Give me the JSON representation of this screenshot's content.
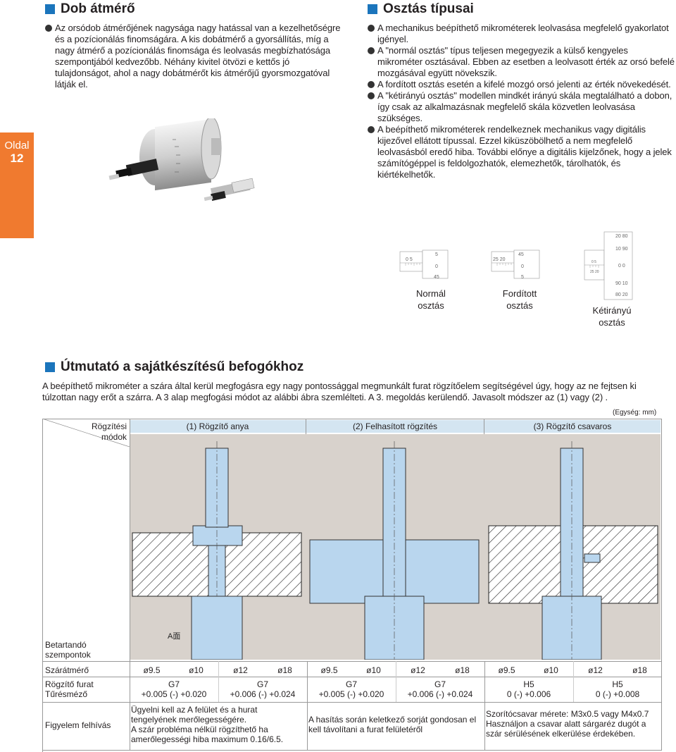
{
  "side_tab": {
    "word": "Oldal",
    "number": "12"
  },
  "dob": {
    "title": "Dob átmérő",
    "text": "Az orsódob átmérőjének nagysága nagy hatással van a kezelhetőségre és a pozícionálás finomságára. A kis dobátmérő a gyorsállítás, míg a nagy átmérő a pozícionálás finomsága és leolvasás megbízhatósága szempontjából kedvezőbb. Néhány kivitel ötvözi e kettős jó tulajdonságot, ahol a nagy dobátmérőt kis átmérőjű gyorsmozgatóval látják el."
  },
  "osztas": {
    "title": "Osztás típusai",
    "bullets": [
      "A mechanikus beépíthető mikrométerek leolvasása megfelelő gyakorlatot igényel.",
      "A \"normál osztás\" típus teljesen megegyezik a külső kengyeles mikrométer osztásával. Ebben az esetben a leolvasott érték az orsó befelé mozgásával együtt növekszik.",
      "A  fordított osztás  esetén a kifelé mozgó orsó jelenti az érték növekedését.",
      "A \"kétirányú osztás\" modellen mindkét irányú skála megtalálható a dobon, így csak az alkalmazásnak megfelelő skála közvetlen leolvasása szükséges.",
      "A beépíthető mikrométerek rendelkeznek mechanikus vagy digitális kijezővel ellátott típussal. Ezzel kiküszöbölhető a nem megfelelő leolvasásból eredő hiba. További előnye a digitális kijelzőnek, hogy a jelek számítógéppel is feldolgozhatók, elemezhetők, tárolhatók, és kiértékelhetők."
    ],
    "scales": [
      {
        "label": "Normál\nosztás",
        "sleeve": "0    5",
        "top": "5",
        "mid": "0",
        "bot": "45"
      },
      {
        "label": "Fordított\nosztás",
        "sleeve": "25  20",
        "top": "45",
        "mid": "0",
        "bot": "5"
      },
      {
        "label": "Kétirányú\nosztás",
        "sleeve_a": "0    5",
        "sleeve_b": "25  20",
        "rows": [
          "20  80",
          "10  90",
          "0     0",
          "90  10",
          "80  20"
        ]
      }
    ]
  },
  "utmutato": {
    "title": "Útmutató a sajátkészítésű befogókhoz",
    "text": "A beépíthető mikrométer a szára által kerül megfogásra egy nagy pontossággal megmunkált furat rögzítőelem segítségével úgy, hogy az ne fejtsen ki túlzottan nagy erőt a szárra. A 3 alap megfogási módot az alábbi ábra szemlélteti. A 3. megoldás kerülendő. Javasolt módszer az (1) vagy (2) .",
    "unit": "(Egység: mm)"
  },
  "table": {
    "corner": "Rögzítési\nmódok",
    "methods": [
      "(1) Rögzítő anya",
      "(2) Felhasított rögzítés",
      "(3) Rögzítő csavaros"
    ],
    "row_parts": "Betartandó\nszempontok",
    "a_face": "A面",
    "row_shaft": "Szárátmérő",
    "shafts": [
      "ø9.5",
      "ø10",
      "ø12",
      "ø18",
      "ø9.5",
      "ø10",
      "ø12",
      "ø18",
      "ø9.5",
      "ø10",
      "ø12",
      "ø18"
    ],
    "row_tol": "Rögzítő furat\nTűrésméző",
    "tols": [
      {
        "g": "G7",
        "v": "+0.005 (-) +0.020"
      },
      {
        "g": "G7",
        "v": "+0.006 (-) +0.024"
      },
      {
        "g": "G7",
        "v": "+0.005 (-) +0.020"
      },
      {
        "g": "G7",
        "v": "+0.006 (-) +0.024"
      },
      {
        "g": "H5",
        "v": "0 (-) +0.006"
      },
      {
        "g": "H5",
        "v": "0 (-) +0.008"
      }
    ],
    "row_note": "Figyelem felhívás",
    "notes": [
      "Ügyelni kell az A felület és a hurat tengelyének merőlegességére.\nA szár probléma nélkül rögzíthető ha amerőlegességi hiba maximum 0.16/6.5.",
      "A hasítás során keletkező sorját gondosan el kell távolítani a furat felületéről",
      "Szorítócsavar mérete: M3x0.5 vagy M4x0.7\nHasználjon a csavar alatt sárgaréz dugót a szár sérülésének elkerülése érdekében."
    ]
  }
}
